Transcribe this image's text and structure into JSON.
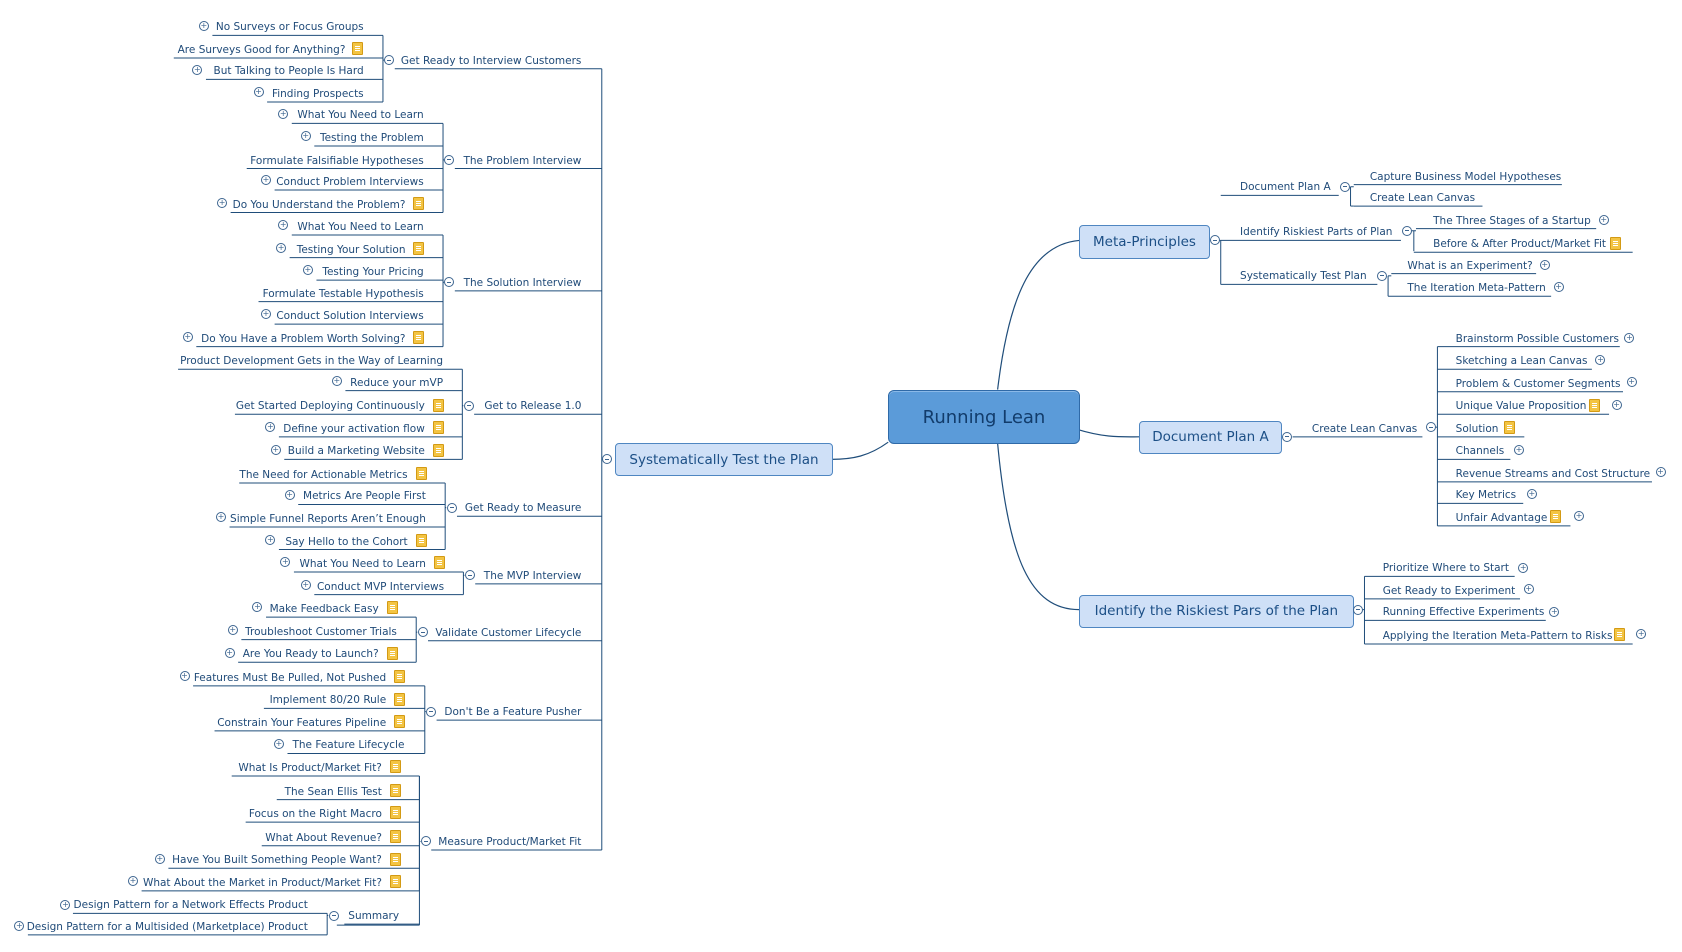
{
  "root": {
    "label": "Running Lean"
  },
  "main_topics": {
    "meta": "Meta-Principles",
    "plan_a": "Document Plan A",
    "riskiest": "Identify the Riskiest Pars of the Plan",
    "test": "Systematically Test the Plan"
  },
  "right_sub": {
    "meta_doc": "Document Plan A",
    "meta_capture": "Capture Business Model Hypotheses",
    "meta_create": "Create Lean Canvas",
    "meta_ident": "Identify Riskiest Parts of Plan",
    "meta_stages": "The Three Stages of a Startup",
    "meta_before": "Before & After Product/Market Fit",
    "meta_systest": "Systematically Test Plan",
    "meta_exp": "What is an Experiment?",
    "meta_iter": "The Iteration Meta-Pattern",
    "canvas": "Create Lean Canvas",
    "canvas_brain": "Brainstorm Possible Customers",
    "canvas_sketch": "Sketching a Lean Canvas",
    "canvas_problem": "Problem & Customer Segments",
    "canvas_uvp": "Unique Value Proposition",
    "canvas_solution": "Solution",
    "canvas_channels": "Channels",
    "canvas_revenue": "Revenue Streams and Cost Structure",
    "canvas_metrics": "Key Metrics",
    "canvas_unfair": "Unfair Advantage",
    "risk_prio": "Prioritize Where to Start",
    "risk_ready": "Get Ready to Experiment",
    "risk_running": "Running Effective Experiments",
    "risk_applying": "Applying the Iteration Meta-Pattern to Risks"
  },
  "left_sub": {
    "interview": "Get Ready to Interview Customers",
    "no_surveys": "No Surveys or Focus Groups",
    "surveys_good": "Are Surveys Good for Anything?",
    "talking": "But Talking to People Is Hard",
    "prospects": "Finding Prospects",
    "problem": "The Problem Interview",
    "p_learn": "What You Need to Learn",
    "p_test": "Testing the Problem",
    "p_formulate": "Formulate Falsifiable Hypotheses",
    "p_conduct": "Conduct Problem Interviews",
    "p_understand": "Do You Understand the Problem?",
    "solution": "The Solution Interview",
    "s_learn": "What You Need to Learn",
    "s_testing": "Testing Your Solution",
    "s_pricing": "Testing Your Pricing",
    "s_formulate": "Formulate Testable Hypothesis",
    "s_conduct": "Conduct Solution Interviews",
    "s_worth": "Do You Have a Problem Worth Solving?",
    "release": "Get to Release 1.0",
    "r_product": "Product Development Gets in the Way of Learning",
    "r_reduce": "Reduce your mVP",
    "r_deploy": "Get Started Deploying Continuously",
    "r_activation": "Define your activation flow",
    "r_website": "Build a Marketing Website",
    "measure": "Get Ready to Measure",
    "m_need": "The Need for Actionable Metrics",
    "m_people": "Metrics Are People First",
    "m_funnel": "Simple Funnel Reports Aren’t Enough",
    "m_cohort": "Say Hello to the Cohort",
    "mvp": "The MVP Interview",
    "v_learn": "What You Need to Learn",
    "v_conduct": "Conduct MVP Interviews",
    "validate": "Validate Customer Lifecycle",
    "c_feedback": "Make Feedback Easy",
    "c_trouble": "Troubleshoot Customer Trials",
    "c_launch": "Are You Ready to Launch?",
    "pusher": "Don't Be a Feature Pusher",
    "f_pulled": "Features Must Be Pulled, Not Pushed",
    "f_8020": "Implement 80/20 Rule",
    "f_constrain": "Constrain Your Features Pipeline",
    "f_lifecycle": "The Feature Lifecycle",
    "pmf": "Measure Product/Market Fit",
    "pmf_what": "What Is Product/Market Fit?",
    "pmf_sean": "The Sean Ellis Test",
    "pmf_macro": "Focus on the Right Macro",
    "pmf_revenue": "What About Revenue?",
    "pmf_built": "Have You Built Something People Want?",
    "pmf_market": "What About the Market in Product/Market Fit?",
    "summary": "Summary",
    "sum_network": "Design Pattern for a Network Effects Product",
    "sum_multi": "Design Pattern for a Multisided (Marketplace) Product"
  },
  "colors": {
    "link": "#1f4d7a",
    "root_fill": "#5b9bd9",
    "main_fill": "#cfe0f7",
    "text": "#1f4a78",
    "note": "#f3c443"
  }
}
